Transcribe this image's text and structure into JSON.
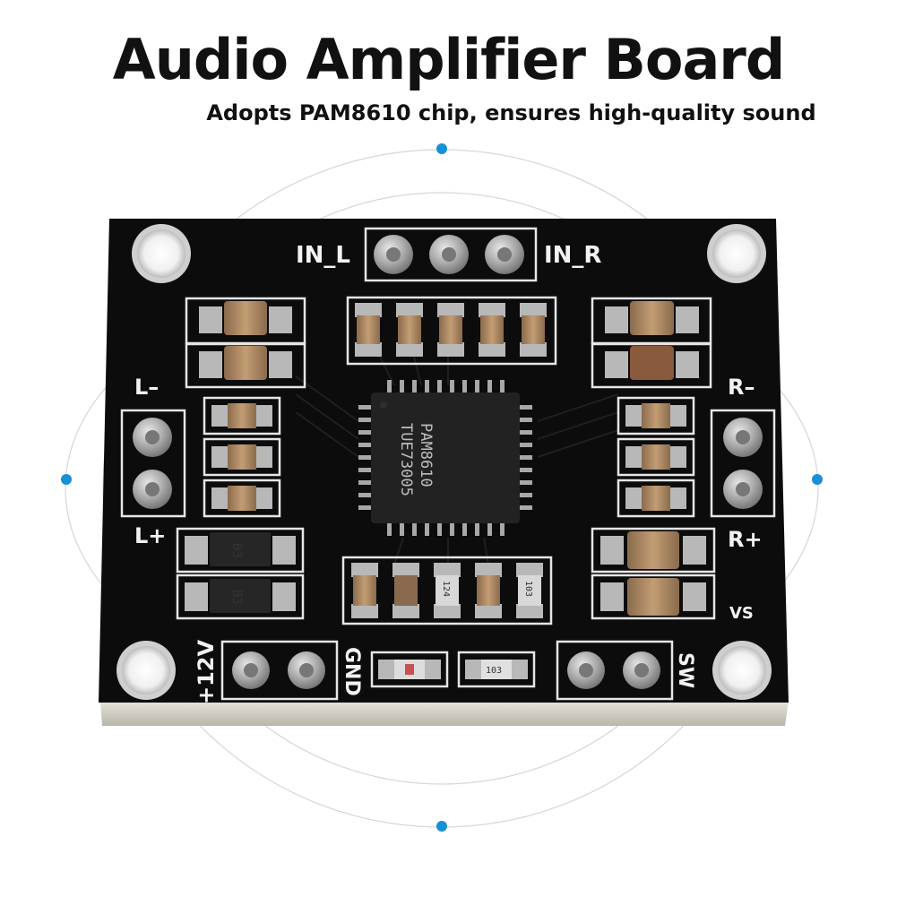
{
  "header": {
    "title": "Audio Amplifier Board",
    "subtitle": "Adopts PAM8610 chip, ensures high-quality sound"
  },
  "board": {
    "labels": {
      "in_l": "IN_L",
      "in_r": "IN_R",
      "l_minus": "L–",
      "l_plus": "L+",
      "r_minus": "R–",
      "r_plus": "R+",
      "vs": "VS",
      "plus_12v": "+12V",
      "gnd": "GND",
      "sw": "SW"
    },
    "chip": {
      "line1": "PAM8610",
      "line2": "TUE73005"
    },
    "diodes": [
      "B3",
      "B3"
    ],
    "resistors": [
      "124",
      "103",
      "103"
    ]
  },
  "colors": {
    "accent_dot": "#1a8fd6",
    "board": "#0c0c0c",
    "silkscreen": "#f2f2f2",
    "pad": "#b8b8b8",
    "capacitor": "#b08860"
  }
}
